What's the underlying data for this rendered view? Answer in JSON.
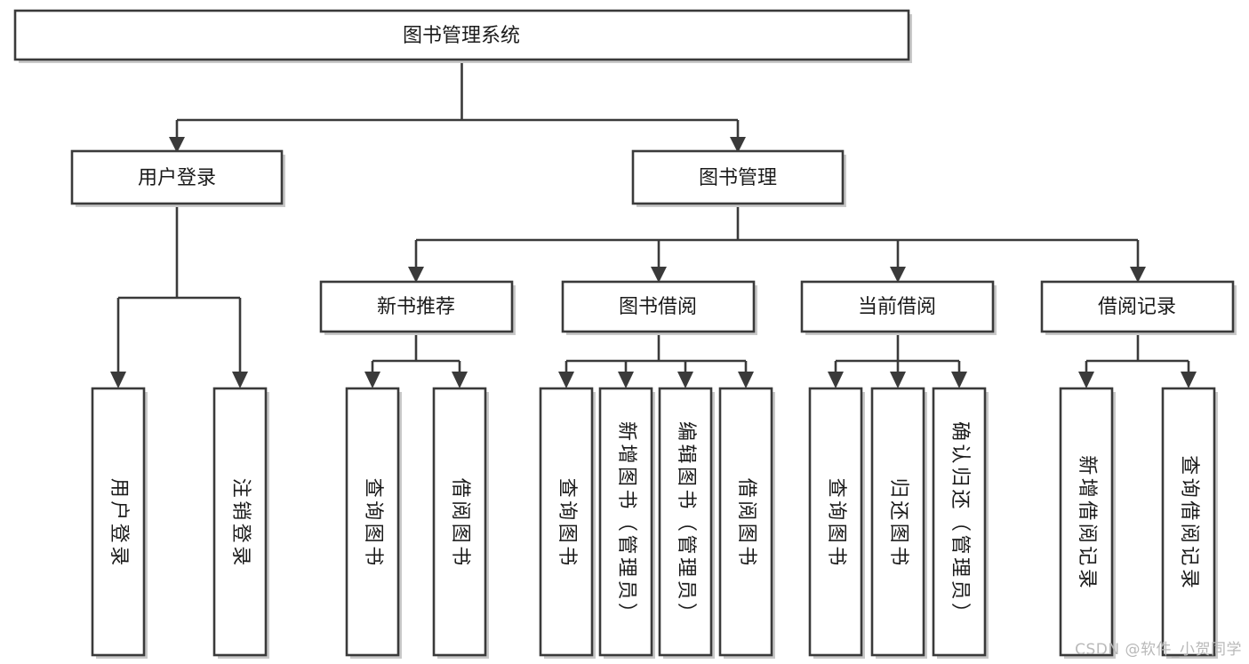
{
  "diagram": {
    "title": "图书管理系统",
    "type": "tree-hierarchy",
    "root": {
      "label": "图书管理系统"
    },
    "level2": [
      {
        "label": "用户登录"
      },
      {
        "label": "图书管理"
      }
    ],
    "level3": [
      {
        "label": "新书推荐"
      },
      {
        "label": "图书借阅"
      },
      {
        "label": "当前借阅"
      },
      {
        "label": "借阅记录"
      }
    ],
    "leaves": {
      "user_login": [
        {
          "label": "用户登录"
        },
        {
          "label": "注销登录"
        }
      ],
      "new_book_recommend": [
        {
          "label": "查询图书"
        },
        {
          "label": "借阅图书"
        }
      ],
      "book_borrow": [
        {
          "label": "查询图书"
        },
        {
          "label": "新增图书（管理员）"
        },
        {
          "label": "编辑图书（管理员）"
        },
        {
          "label": "借阅图书"
        }
      ],
      "current_borrow": [
        {
          "label": "查询图书"
        },
        {
          "label": "归还图书"
        },
        {
          "label": "确认归还（管理员）"
        }
      ],
      "borrow_record": [
        {
          "label": "新增借阅记录"
        },
        {
          "label": "查询借阅记录"
        }
      ]
    },
    "colors": {
      "stroke": "#3a3a3a",
      "fill": "#ffffff",
      "text": "#1b1b1b",
      "shadow": "#c9c9c9",
      "watermark": "#b9b9b9"
    }
  },
  "watermark": {
    "text": "CSDN @软件_小贺同学"
  }
}
